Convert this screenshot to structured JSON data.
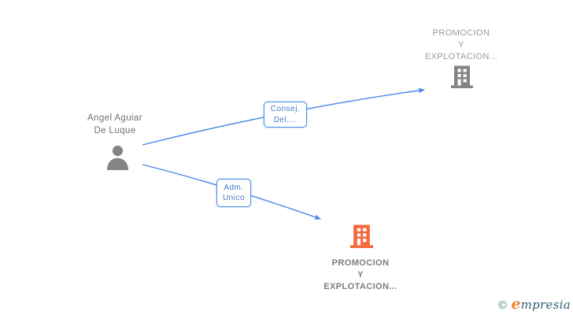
{
  "person": {
    "name": "Angel Aguiar\nDe Luque"
  },
  "relationships": [
    {
      "label": "Consej.\nDel....",
      "from": "Angel Aguiar De Luque",
      "to_company_index": 0
    },
    {
      "label": "Adm.\nUnico",
      "from": "Angel Aguiar De Luque",
      "to_company_index": 1
    }
  ],
  "companies": [
    {
      "name": "PROMOCION\nY\nEXPLOTACION...",
      "icon_color": "#848484",
      "position": "top-right"
    },
    {
      "name": "PROMOCION\nY\nEXPLOTACION...",
      "icon_color": "#f4683c",
      "position": "bottom-center"
    }
  ],
  "logo": {
    "copyright_symbol": "©",
    "brand_initial": "e",
    "brand_rest": "mpresia"
  },
  "colors": {
    "arrow_blue": "#4a86e8",
    "box_border_blue": "#4a90e2",
    "box_text_blue": "#4179cc",
    "icon_gray": "#848484",
    "icon_orange": "#f4683c",
    "person_text": "#707070",
    "company_top_text": "#9a9a9a",
    "company_bottom_text": "#7d7d7d",
    "logo_teal": "#2e5f70",
    "logo_orange": "#f0822a"
  }
}
